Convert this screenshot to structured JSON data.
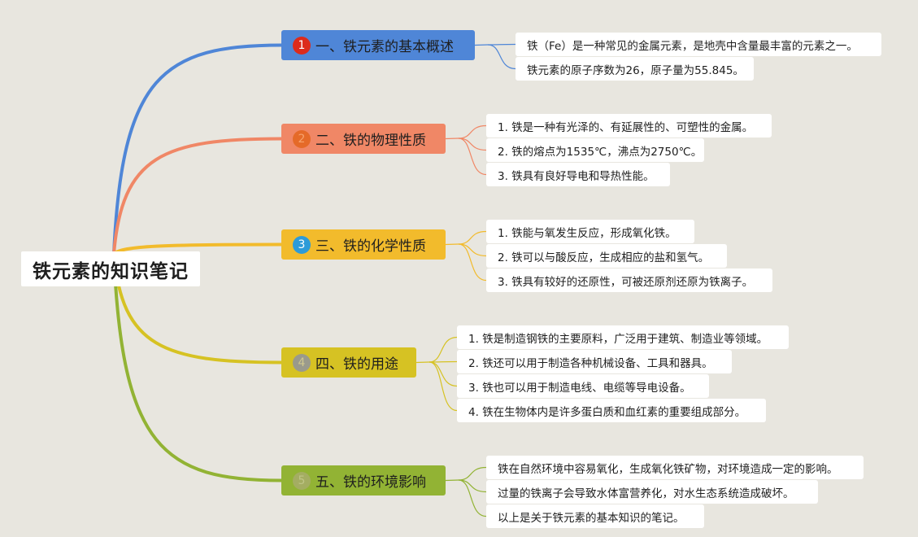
{
  "root": {
    "title": "铁元素的知识笔记"
  },
  "branches": [
    {
      "number": "1",
      "title": "一、铁元素的基本概述",
      "color": "#4f86d7",
      "badge_color": "#dc2b1c",
      "badge_text_color": "#ffffff",
      "items": [
        "铁（Fe）是一种常见的金属元素，是地壳中含量最丰富的元素之一。",
        "铁元素的原子序数为26，原子量为55.845。"
      ]
    },
    {
      "number": "2",
      "title": "二、铁的物理性质",
      "color": "#f08766",
      "badge_color": "#e56a28",
      "badge_text_color": "#f7a26c",
      "items": [
        "1. 铁是一种有光泽的、有延展性的、可塑性的金属。",
        "2. 铁的熔点为1535℃，沸点为2750℃。",
        "3. 铁具有良好导电和导热性能。"
      ]
    },
    {
      "number": "3",
      "title": "三、铁的化学性质",
      "color": "#f2bb2c",
      "badge_color": "#2d9bd8",
      "badge_text_color": "#ffffff",
      "items": [
        "1. 铁能与氧发生反应，形成氧化铁。",
        "2. 铁可以与酸反应，生成相应的盐和氢气。",
        "3. 铁具有较好的还原性，可被还原剂还原为铁离子。"
      ]
    },
    {
      "number": "4",
      "title": "四、铁的用途",
      "color": "#d6c223",
      "badge_color": "#9a9a8c",
      "badge_text_color": "#cfc78f",
      "items": [
        "1. 铁是制造钢铁的主要原料，广泛用于建筑、制造业等领域。",
        "2. 铁还可以用于制造各种机械设备、工具和器具。",
        "3. 铁也可以用于制造电线、电缆等导电设备。",
        "4. 铁在生物体内是许多蛋白质和血红素的重要组成部分。"
      ]
    },
    {
      "number": "5",
      "title": "五、铁的环境影响",
      "color": "#92b334",
      "badge_color": "#a4ad62",
      "badge_text_color": "#bfc586",
      "items": [
        "铁在自然环境中容易氧化，生成氧化铁矿物，对环境造成一定的影响。",
        "过量的铁离子会导致水体富营养化，对水生态系统造成破坏。",
        "以上是关于铁元素的基本知识的笔记。"
      ]
    }
  ]
}
